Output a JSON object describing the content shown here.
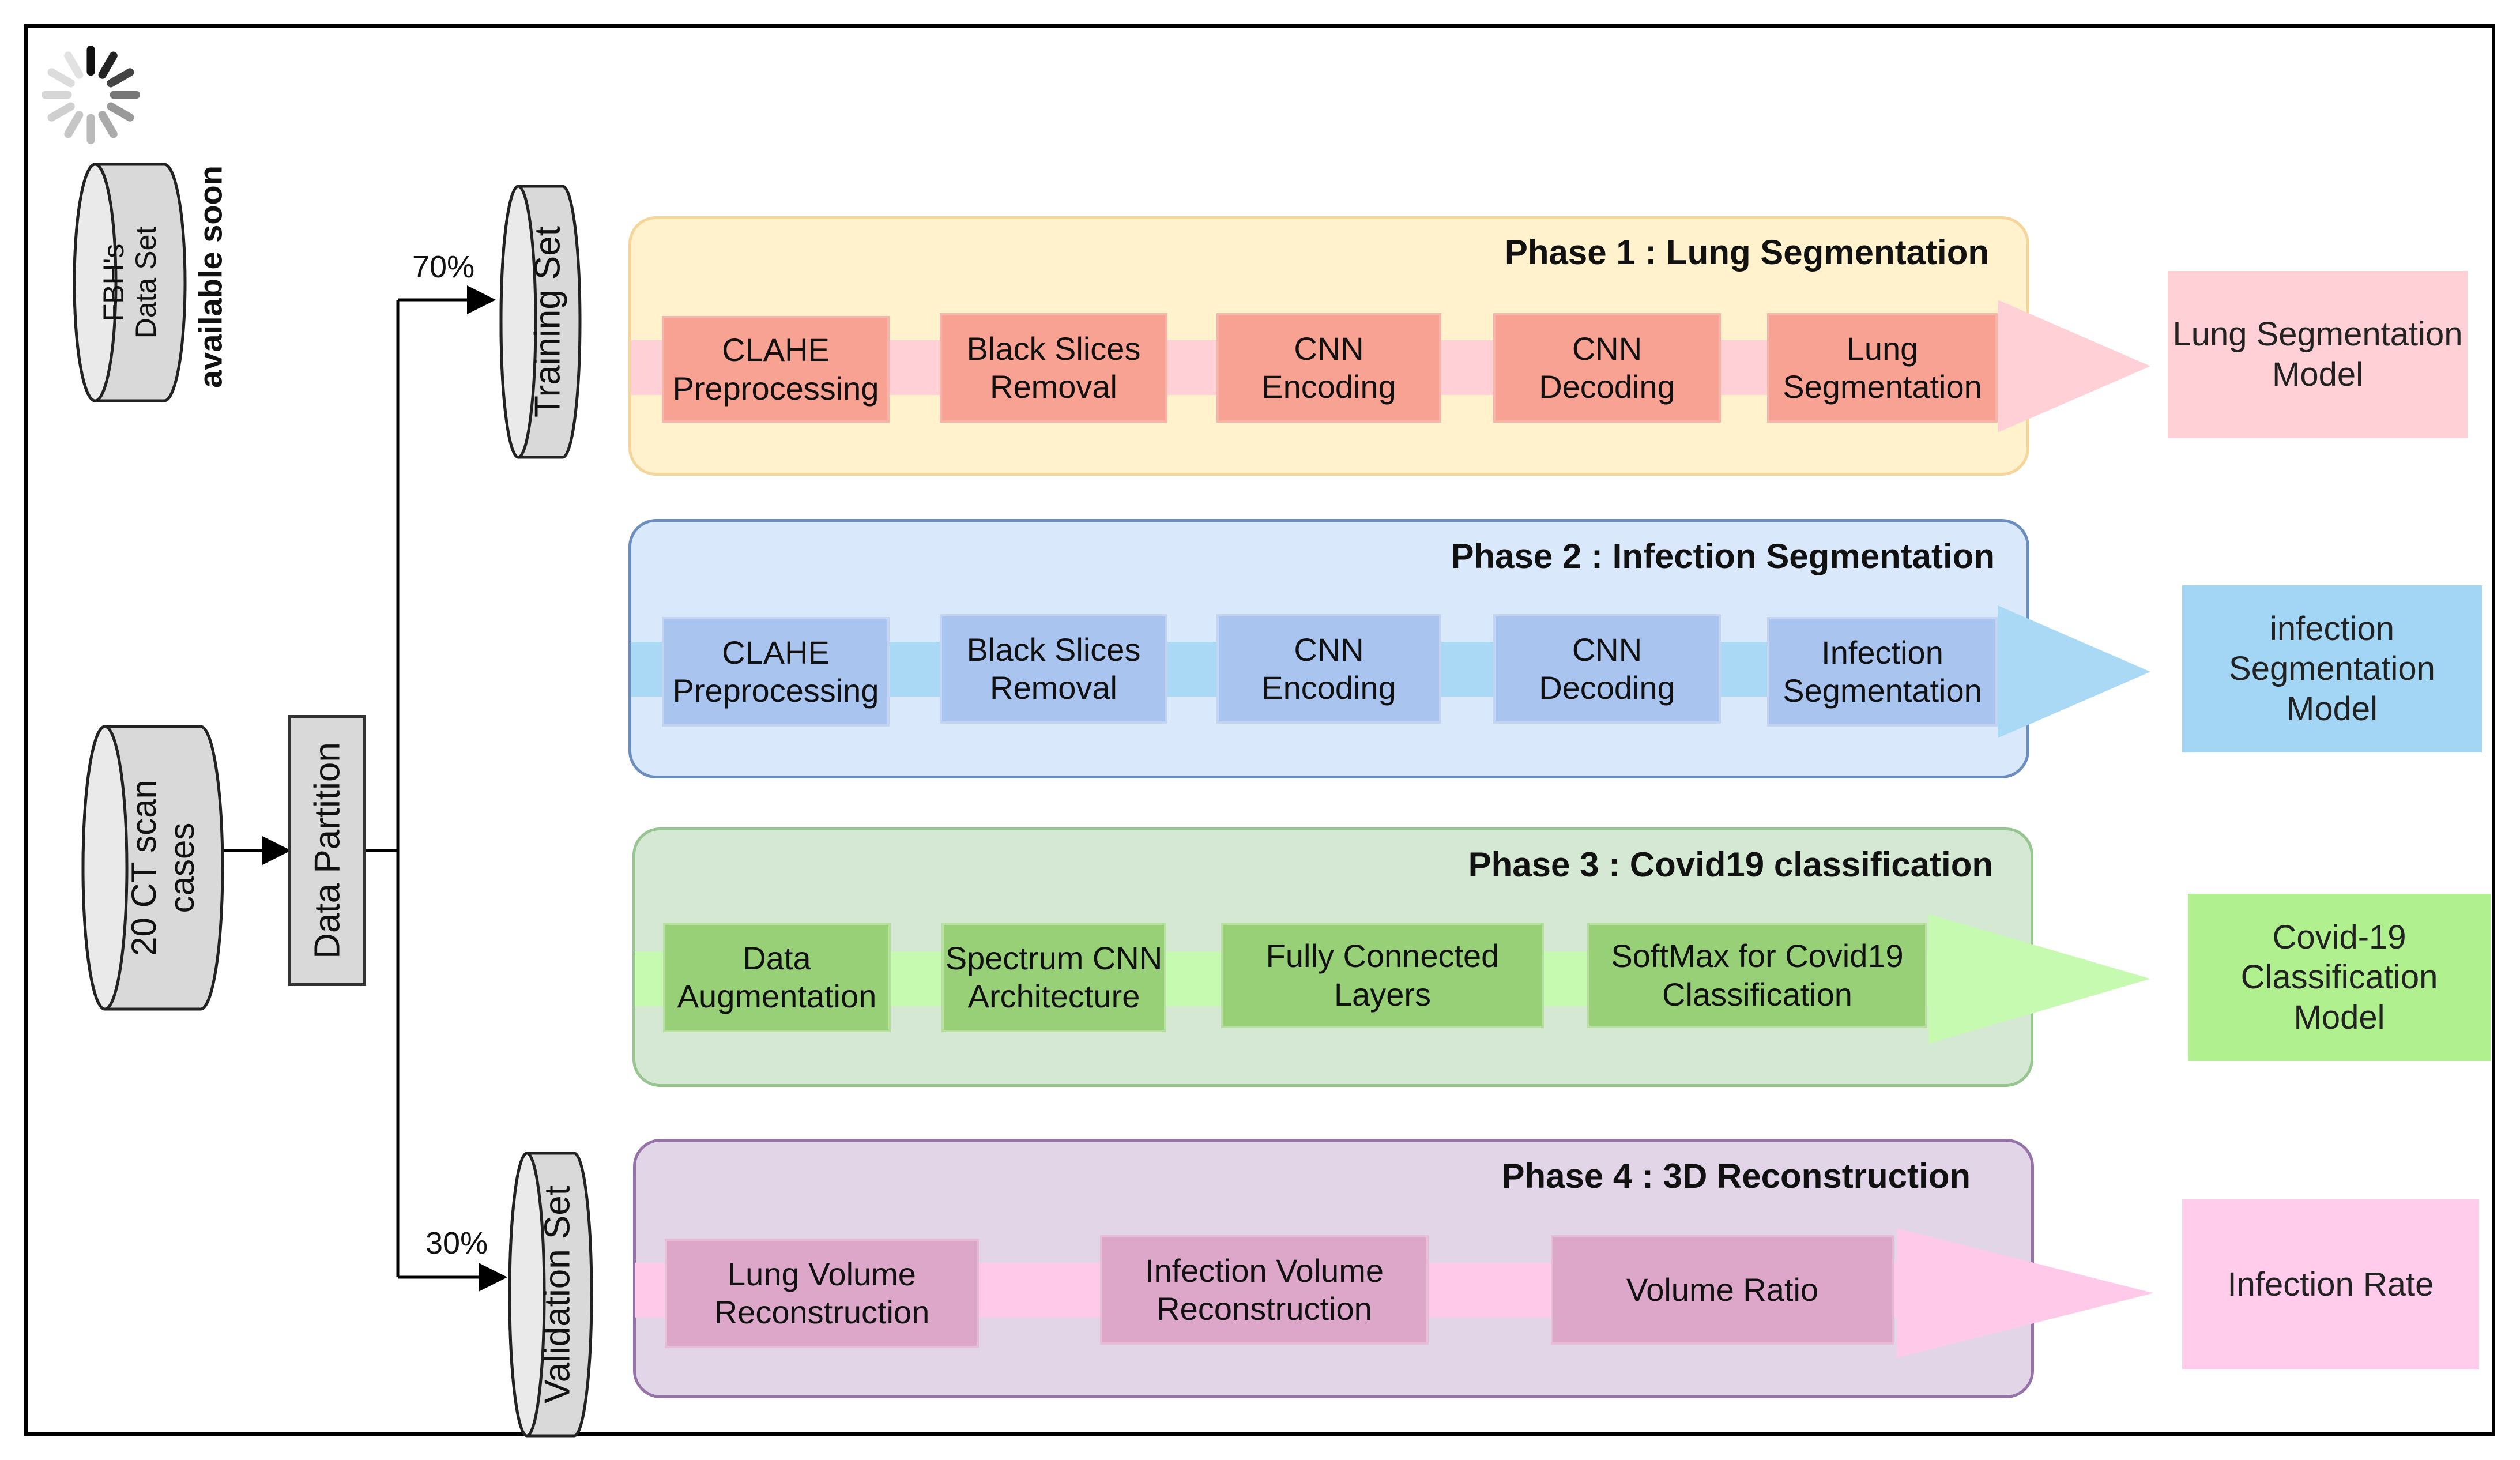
{
  "dataset": {
    "name_line1": "FBH's",
    "name_line2": "Data Set",
    "note": "available soon"
  },
  "input": {
    "line1": "20 CT scan",
    "line2": "cases"
  },
  "partition_label": "Data Partition",
  "training_set": {
    "label": "Training Set",
    "percent": "70%"
  },
  "validation_set": {
    "label": "Validation Set",
    "percent": "30%"
  },
  "phases": [
    {
      "title": "Phase 1 : Lung Segmentation",
      "steps": [
        "CLAHE\nPreprocessing",
        "Black Slices\nRemoval",
        "CNN\nEncoding",
        "CNN\nDecoding",
        "Lung\nSegmentation"
      ],
      "output": "Lung Segmentation\nModel",
      "colors": {
        "panel_bg": "#fff2cc",
        "panel_border": "#f5d59a",
        "band": "#ffd0d6",
        "box": "#f8a294",
        "box_border": "#f6b5aa",
        "output": "#ffd0d6"
      }
    },
    {
      "title": "Phase 2 : Infection Segmentation",
      "steps": [
        "CLAHE\nPreprocessing",
        "Black Slices\nRemoval",
        "CNN\nEncoding",
        "CNN\nDecoding",
        "Infection\nSegmentation"
      ],
      "output": "infection\nSegmentation\nModel",
      "colors": {
        "panel_bg": "#dae8fc",
        "panel_border": "#6c8ebf",
        "band": "#a9d9f5",
        "box": "#a9c4ef",
        "box_border": "#c2d4f2",
        "output": "#a3d6f5"
      }
    },
    {
      "title": "Phase 3 : Covid19 classification",
      "steps": [
        "Data\nAugmentation",
        "Spectrum CNN\nArchitecture",
        "Fully Connected\nLayers",
        "SoftMax for Covid19\nClassification"
      ],
      "output": "Covid-19\nClassification\nModel",
      "colors": {
        "panel_bg": "#d5e8d4",
        "panel_border": "#97c58f",
        "band": "#c7fab1",
        "box": "#97d077",
        "box_border": "#b7e0a0",
        "output": "#b0f08f"
      }
    },
    {
      "title": "Phase 4 : 3D Reconstruction",
      "steps": [
        "Lung Volume\nReconstruction",
        "Infection Volume\nReconstruction",
        "Volume Ratio"
      ],
      "output": "Infection Rate",
      "colors": {
        "panel_bg": "#e1d5e7",
        "panel_border": "#9673a6",
        "band": "#ffc9ea",
        "box": "#dca7c8",
        "box_border": "#e6bcd6",
        "output": "#ffccec"
      }
    }
  ],
  "icons": [
    "loading-spinner-icon",
    "database-icon",
    "arrow-icon"
  ]
}
